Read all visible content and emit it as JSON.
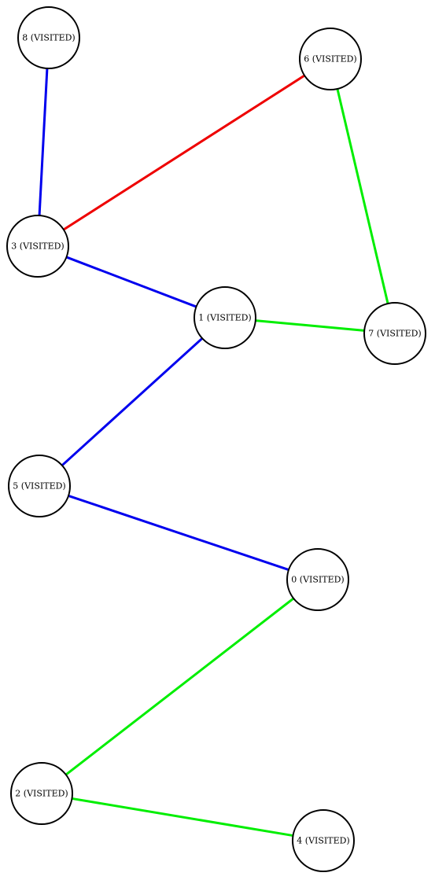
{
  "graph": {
    "nodes": [
      {
        "id": "0",
        "label": "0 (VISITED)"
      },
      {
        "id": "1",
        "label": "1 (VISITED)"
      },
      {
        "id": "2",
        "label": "2 (VISITED)"
      },
      {
        "id": "3",
        "label": "3 (VISITED)"
      },
      {
        "id": "4",
        "label": "4 (VISITED)"
      },
      {
        "id": "5",
        "label": "5 (VISITED)"
      },
      {
        "id": "6",
        "label": "6 (VISITED)"
      },
      {
        "id": "7",
        "label": "7 (VISITED)"
      },
      {
        "id": "8",
        "label": "8 (VISITED)"
      }
    ],
    "edges": [
      {
        "from": "8",
        "to": "3",
        "color": "#0000ee"
      },
      {
        "from": "6",
        "to": "3",
        "color": "#ee0000"
      },
      {
        "from": "6",
        "to": "7",
        "color": "#00ee00"
      },
      {
        "from": "3",
        "to": "1",
        "color": "#0000ee"
      },
      {
        "from": "1",
        "to": "7",
        "color": "#00ee00"
      },
      {
        "from": "1",
        "to": "5",
        "color": "#0000ee"
      },
      {
        "from": "5",
        "to": "0",
        "color": "#0000ee"
      },
      {
        "from": "0",
        "to": "2",
        "color": "#00ee00"
      },
      {
        "from": "2",
        "to": "4",
        "color": "#00ee00"
      }
    ]
  }
}
